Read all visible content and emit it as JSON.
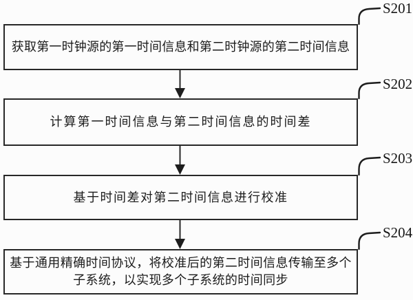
{
  "figure": {
    "type": "flowchart",
    "background_color": "#fcfcfc",
    "line_color": "#272727",
    "text_color": "#1c1c1c",
    "steps": [
      {
        "label": "S201",
        "text": "获取第一时钟源的第一时间信息和第二时钟源的第二时间信息"
      },
      {
        "label": "S202",
        "text": "计算第一时间信息与第二时间信息的时间差"
      },
      {
        "label": "S203",
        "text": "基于时间差对第二时间信息进行校准"
      },
      {
        "label": "S204",
        "text": "基于通用精确时间协议，将校准后的第二时间信息传输至多个子系统，以实现多个子系统的时间同步"
      }
    ],
    "connections": [
      {
        "from": "S201",
        "to": "S202",
        "type": "arrow-down"
      },
      {
        "from": "S202",
        "to": "S203",
        "type": "arrow-down"
      },
      {
        "from": "S203",
        "to": "S204",
        "type": "arrow-down"
      }
    ]
  }
}
